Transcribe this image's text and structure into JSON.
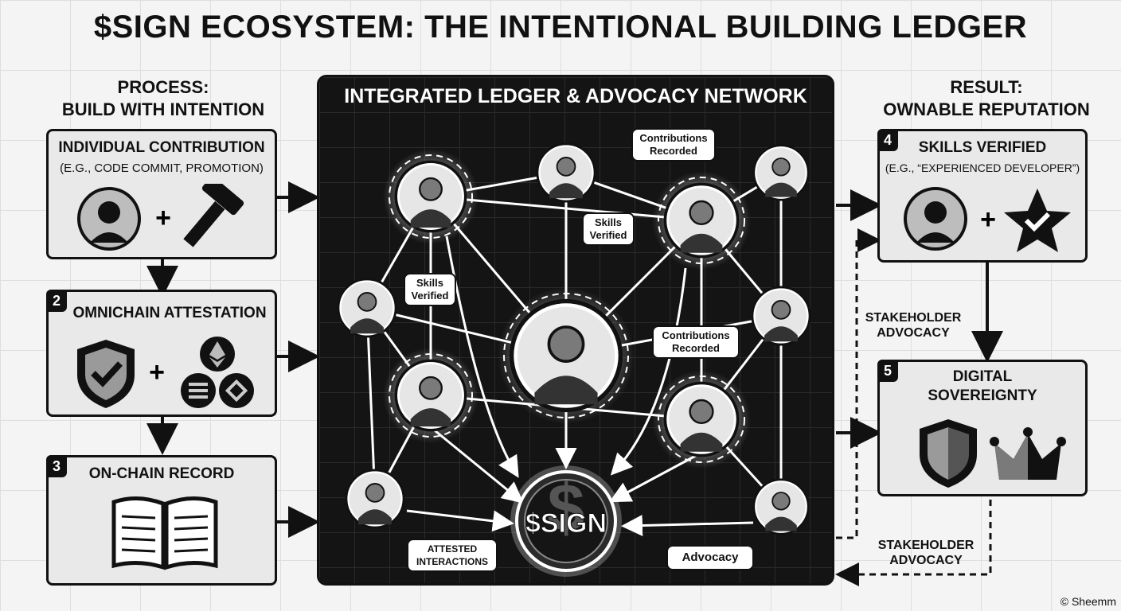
{
  "title": "$SIGN ECOSYSTEM: THE INTENTIONAL BUILDING LEDGER",
  "left_header": {
    "line1": "PROCESS:",
    "line2": "BUILD WITH INTENTION"
  },
  "right_header": {
    "line1": "RESULT:",
    "line2": "OWNABLE REPUTATION"
  },
  "steps": {
    "s1": {
      "title": "INDIVIDUAL CONTRIBUTION",
      "subtitle": "(E.G., CODE COMMIT, PROMOTION)"
    },
    "s2": {
      "number": "2",
      "title": "OMNICHAIN ATTESTATION"
    },
    "s3": {
      "number": "3",
      "title": "ON-CHAIN RECORD"
    },
    "s4": {
      "number": "4",
      "title": "SKILLS VERIFIED",
      "subtitle": "(E.G., “EXPERIENCED DEVELOPER”)"
    },
    "s5": {
      "number": "5",
      "title_line1": "DIGITAL",
      "title_line2": "SOVEREIGNTY"
    }
  },
  "network": {
    "title": "INTEGRATED LEDGER & ADVOCACY NETWORK",
    "center_token": "$SIGN",
    "bubbles": {
      "contrib_top": "Contributions Recorded",
      "skills_mid": "Skills Verified",
      "skills_left": "Skills Verified",
      "contrib_mid": "Contributions Recorded",
      "attested": "ATTESTED INTERACTIONS",
      "advocacy": "Advocacy"
    }
  },
  "flow_labels": {
    "advocacy_top": "STAKEHOLDER ADVOCACY",
    "advocacy_bottom": "STAKEHOLDER ADVOCACY"
  },
  "credit": "© Sheemm"
}
